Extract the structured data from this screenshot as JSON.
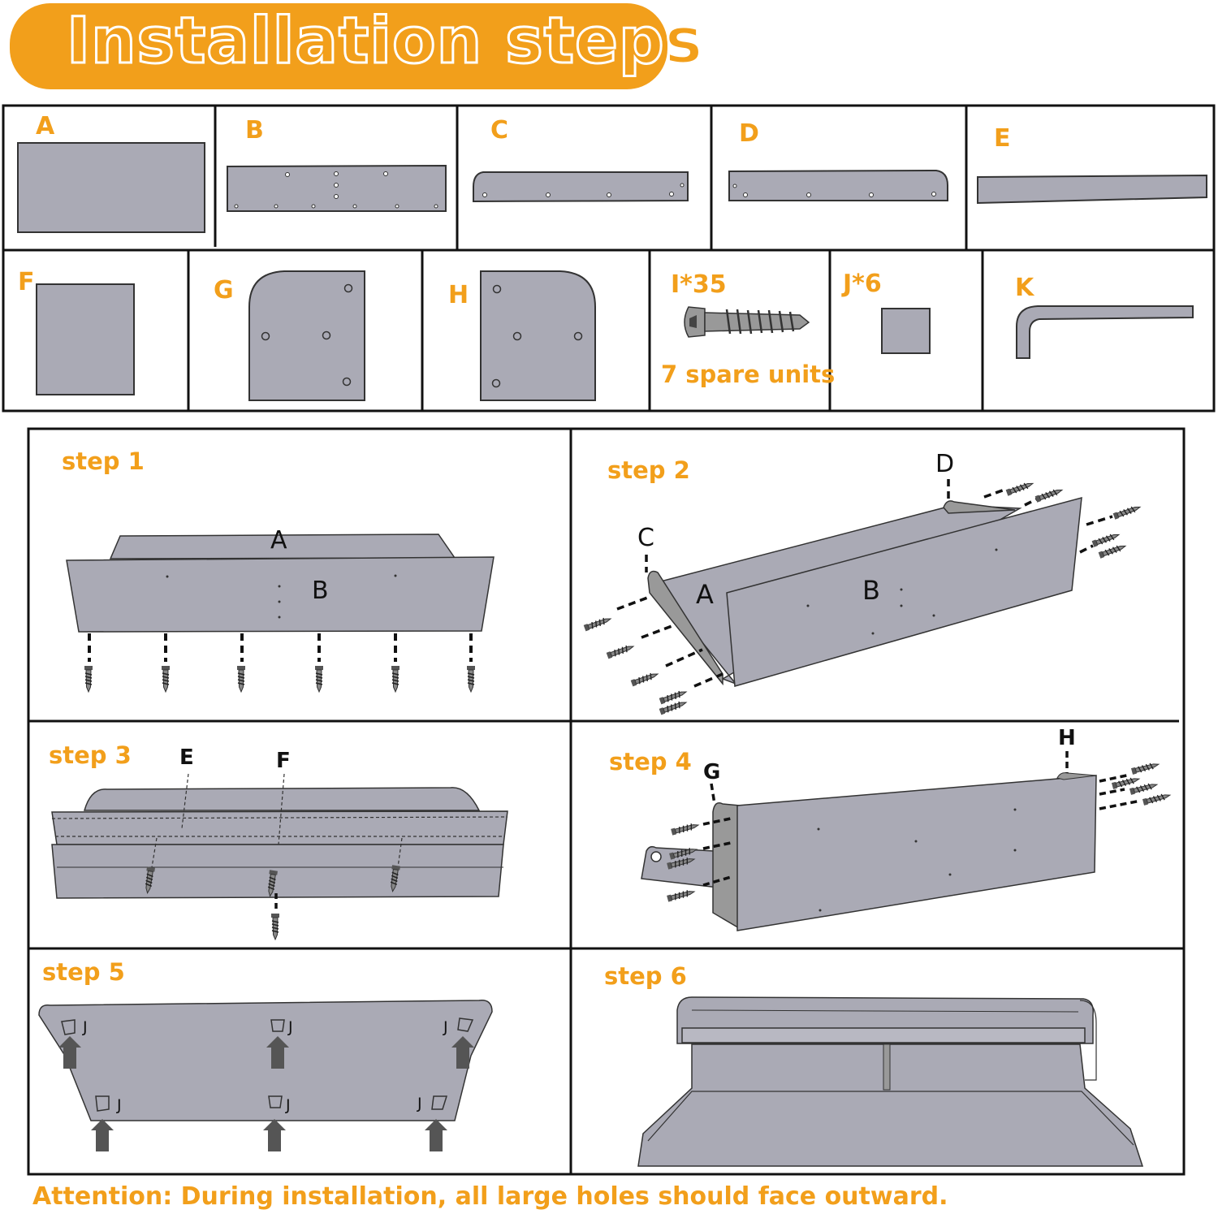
{
  "title": "Installation steps",
  "parts": {
    "A": "A",
    "B": "B",
    "C": "C",
    "D": "D",
    "E": "E",
    "F": "F",
    "G": "G",
    "H": "H",
    "I": "I*35",
    "I_note": "7 spare units",
    "J": "J*6",
    "K": "K"
  },
  "steps": {
    "s1": "step 1",
    "s2": "step 2",
    "s3": "step 3",
    "s4": "step 4",
    "s5": "step 5",
    "s6": "step 6"
  },
  "labels": {
    "A": "A",
    "B": "B",
    "C": "C",
    "D": "D",
    "E": "E",
    "F": "F",
    "G": "G",
    "H": "H",
    "J": "J"
  },
  "attention": "Attention: During installation, all large holes should face outward.",
  "colors": {
    "accent": "#F29F1B",
    "panel": "#AAAAB5",
    "stroke": "#333333"
  }
}
